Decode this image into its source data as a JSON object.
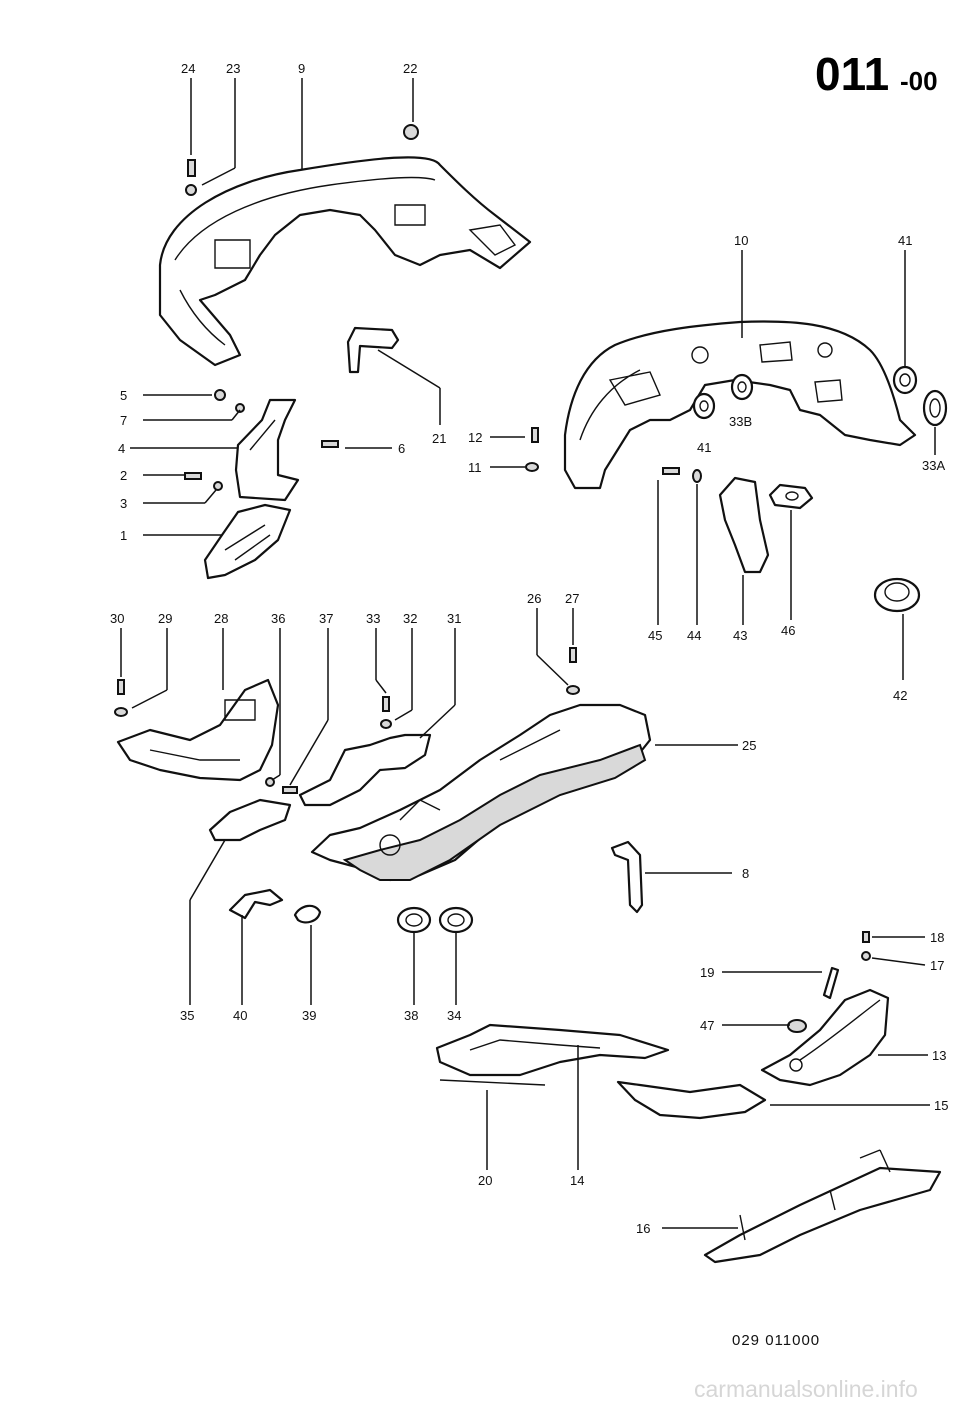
{
  "header": {
    "group_number": "011",
    "group_suffix": "-00"
  },
  "footer": {
    "drawing_code": "029  011000",
    "watermark": "carmanualsonline.info"
  },
  "callouts": [
    "24",
    "23",
    "9",
    "22",
    "10",
    "41",
    "5",
    "7",
    "4",
    "6",
    "21",
    "12",
    "11",
    "2",
    "3",
    "1",
    "41",
    "33B",
    "33A",
    "45",
    "44",
    "43",
    "46",
    "42",
    "30",
    "29",
    "28",
    "36",
    "37",
    "33",
    "32",
    "31",
    "26",
    "27",
    "25",
    "8",
    "35",
    "40",
    "39",
    "38",
    "34",
    "18",
    "17",
    "19",
    "47",
    "13",
    "15",
    "20",
    "14",
    "16"
  ]
}
